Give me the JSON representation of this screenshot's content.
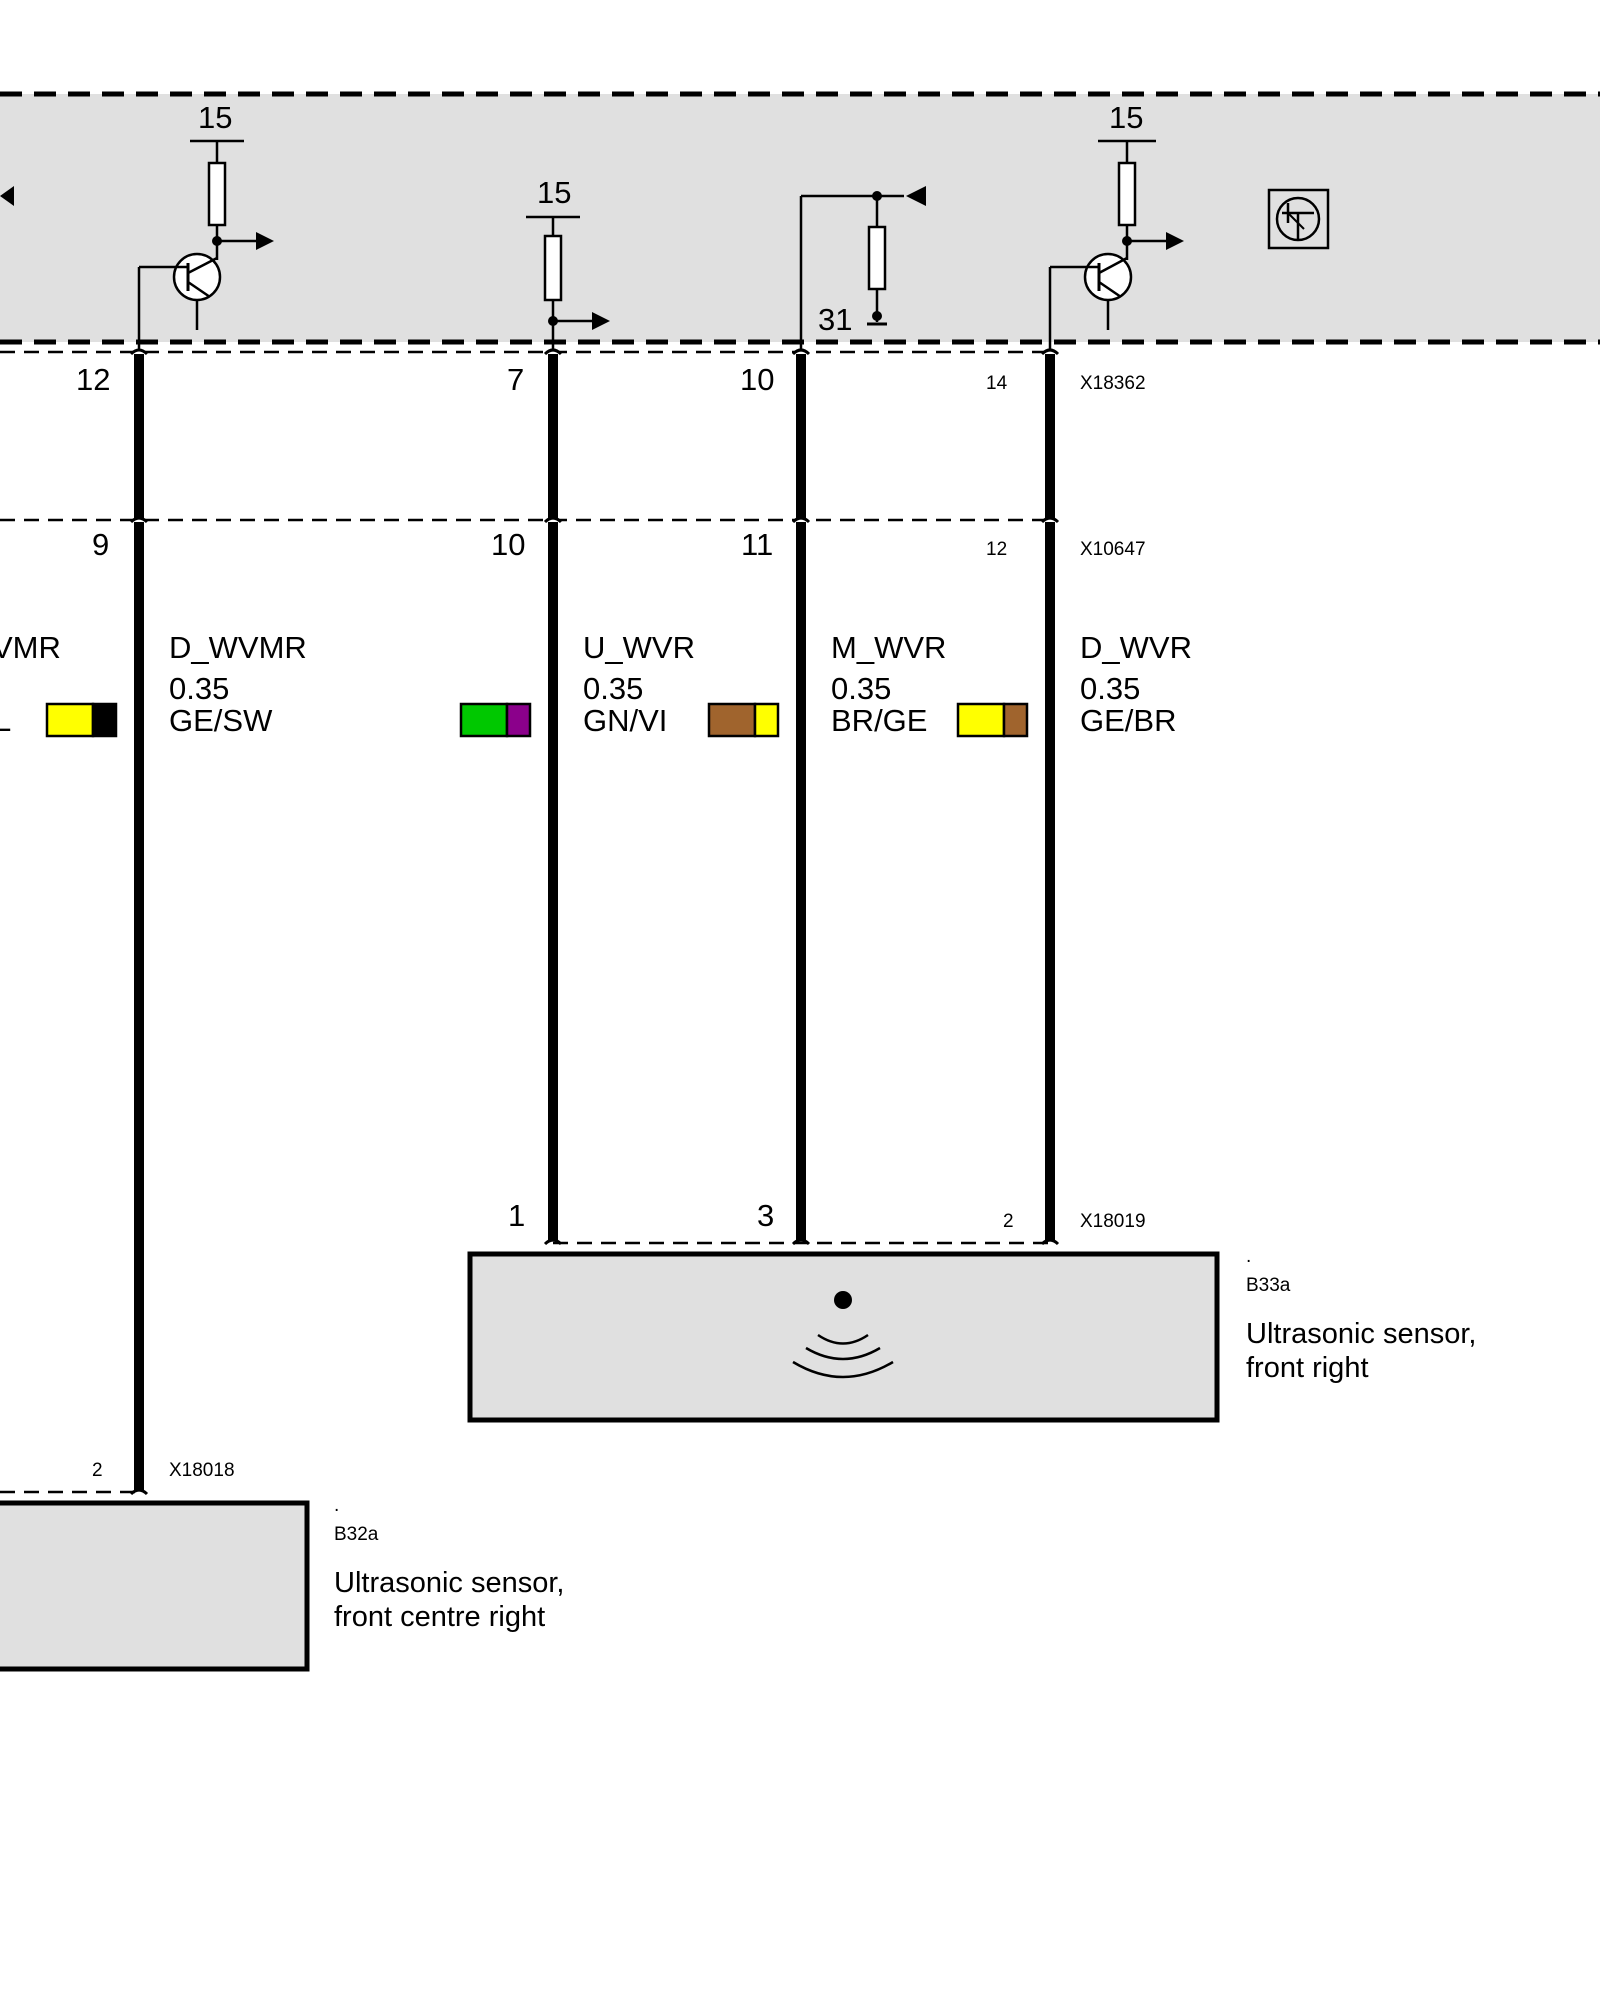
{
  "control_unit": {
    "supply_left": "15",
    "supply_mid": "15",
    "supply_right": "15",
    "ground": "31"
  },
  "connectors": {
    "top": {
      "id": "X18362",
      "pins": [
        "12",
        "7",
        "10",
        "14"
      ]
    },
    "middle": {
      "id": "X10647",
      "pins": [
        "9",
        "10",
        "11",
        "12"
      ]
    },
    "sensor_right": {
      "id": "X18019",
      "pins": [
        "1",
        "3",
        "2"
      ]
    },
    "sensor_centre": {
      "id": "X18018",
      "pins": [
        "2"
      ]
    }
  },
  "wires": [
    {
      "signal": "D_WVMR",
      "gauge": "0.35",
      "color_code": "GE/SW",
      "colors": [
        "#ffff00",
        "#000000"
      ]
    },
    {
      "signal": "U_WVR",
      "gauge": "0.35",
      "color_code": "GN/VI",
      "colors": [
        "#00c800",
        "#8b008b"
      ]
    },
    {
      "signal": "M_WVR",
      "gauge": "0.35",
      "color_code": "BR/GE",
      "colors": [
        "#a0642d",
        "#ffff00"
      ]
    },
    {
      "signal": "D_WVR",
      "gauge": "0.35",
      "color_code": "GE/BR",
      "colors": [
        "#ffff00",
        "#a0642d"
      ]
    }
  ],
  "partial_wire": {
    "signal_fragment": "VMR",
    "color_fragment": "L"
  },
  "components": {
    "right": {
      "dot": ".",
      "code": "B33a",
      "name_line1": "Ultrasonic sensor,",
      "name_line2": "front right"
    },
    "centre": {
      "dot": ".",
      "code": "B32a",
      "name_line1": "Ultrasonic sensor,",
      "name_line2": "front centre right"
    }
  },
  "colors": {
    "module_fill": "#e0e0e0",
    "line": "#000000"
  },
  "icons": [
    "transistor-icon",
    "resistor-icon",
    "ground-icon",
    "ultrasonic-sensor-icon",
    "module-symbol-icon"
  ]
}
